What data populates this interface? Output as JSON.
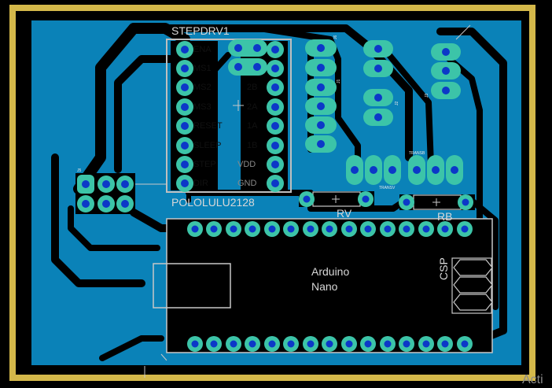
{
  "board": {
    "module_name": "STEPDRV1",
    "module_part": "POLOLULU2128",
    "driver_pins_left": [
      "ENA",
      "MS1",
      "MS2",
      "MS3",
      "RESET",
      "SLEEP",
      "STEP",
      "DIR"
    ],
    "driver_pins_right": [
      "2B",
      "2A",
      "1A",
      "1B",
      "VDD",
      "GND"
    ],
    "arduino_label_line1": "Arduino",
    "arduino_label_line2": "Nano",
    "resistor_1": "RV",
    "resistor_2": "RB",
    "capacitor": "CSP",
    "connector_labels": [
      "J6",
      "J1",
      "J2",
      "TRANSV",
      "TRANSB",
      "J3",
      "J5"
    ]
  },
  "overlay": {
    "watermark_text": "Acti"
  },
  "colors": {
    "board_outline": "#d4b84a",
    "copper_fill": "#0a82b8",
    "pad_ring": "#3cc4a8",
    "pad_hole": "#0c38c8",
    "silkscreen": "#c8c8c8",
    "background": "#000000"
  }
}
